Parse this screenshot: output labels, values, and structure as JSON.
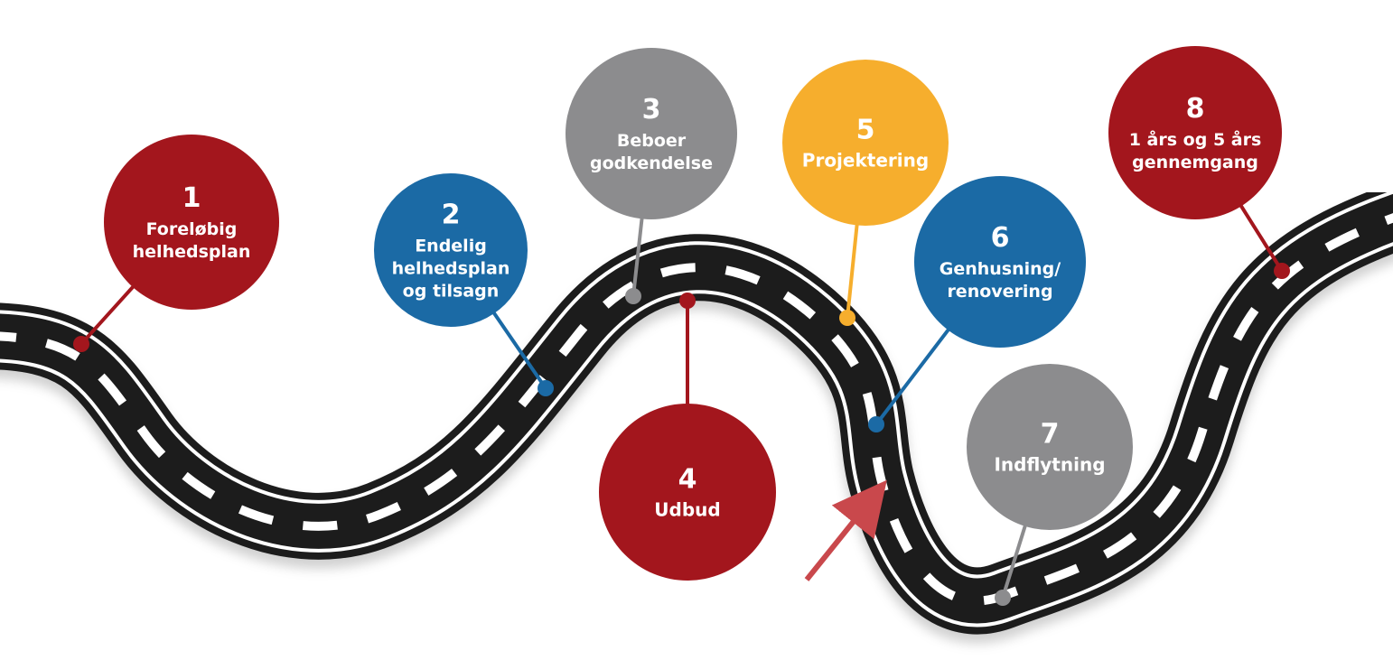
{
  "colors": {
    "red": "#a3161d",
    "blue": "#1b6aa5",
    "gray": "#8c8c8e",
    "yellow": "#f6ae2d",
    "road": "#1e1e1e",
    "road_edge": "#ffffff",
    "arrow": "#c9484c"
  },
  "steps": [
    {
      "number": "1",
      "label": [
        "Foreløbig",
        "helhedsplan"
      ],
      "color": "red"
    },
    {
      "number": "2",
      "label": [
        "Endelig",
        "helhedsplan",
        "og tilsagn"
      ],
      "color": "blue"
    },
    {
      "number": "3",
      "label": [
        "Beboer",
        "godkendelse"
      ],
      "color": "gray"
    },
    {
      "number": "4",
      "label": [
        "Udbud"
      ],
      "color": "red"
    },
    {
      "number": "5",
      "label": [
        "Projektering"
      ],
      "color": "yellow"
    },
    {
      "number": "6",
      "label": [
        "Genhusning/",
        "renovering"
      ],
      "color": "blue"
    },
    {
      "number": "7",
      "label": [
        "Indflytning"
      ],
      "color": "gray"
    },
    {
      "number": "8",
      "label": [
        "1 års og 5 års",
        "gennemgang"
      ],
      "color": "red"
    }
  ],
  "current_marker": {
    "icon": "arrow-icon",
    "points_to_step": "6"
  }
}
